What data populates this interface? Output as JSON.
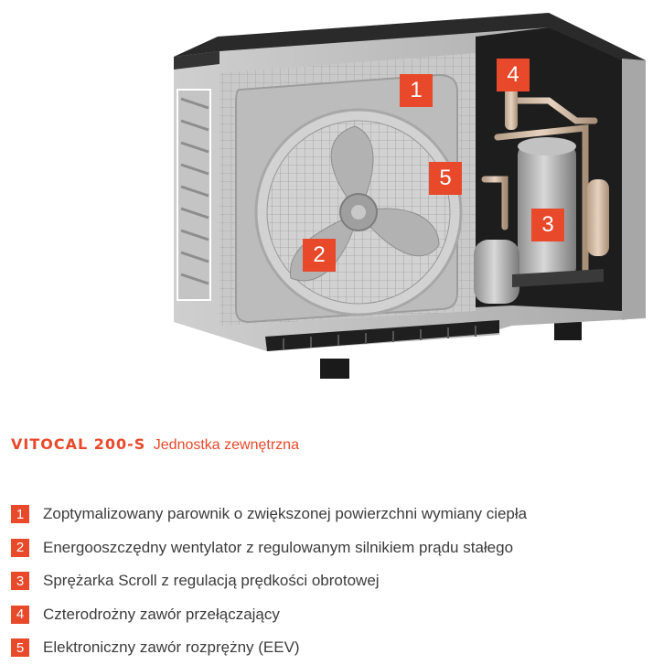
{
  "product": {
    "brand": "VITOCAL 200-S",
    "subtitle": "Jednostka zewnętrzna"
  },
  "accent_color": "#e8492b",
  "figure": {
    "icon": "heat-pump-outdoor-unit-cutaway-illustration",
    "callouts": [
      "1",
      "2",
      "3",
      "4",
      "5"
    ]
  },
  "legend": [
    {
      "num": "1",
      "text": "Zoptymalizowany parownik o zwiększonej powierzchni wymiany ciepła"
    },
    {
      "num": "2",
      "text": "Energooszczędny wentylator z regulowanym silnikiem prądu stałego"
    },
    {
      "num": "3",
      "text": "Sprężarka Scroll z regulacją prędkości obrotowej"
    },
    {
      "num": "4",
      "text": "Czterodrożny zawór przełączający"
    },
    {
      "num": "5",
      "text": "Elektroniczny zawór rozprężny (EEV)"
    }
  ]
}
